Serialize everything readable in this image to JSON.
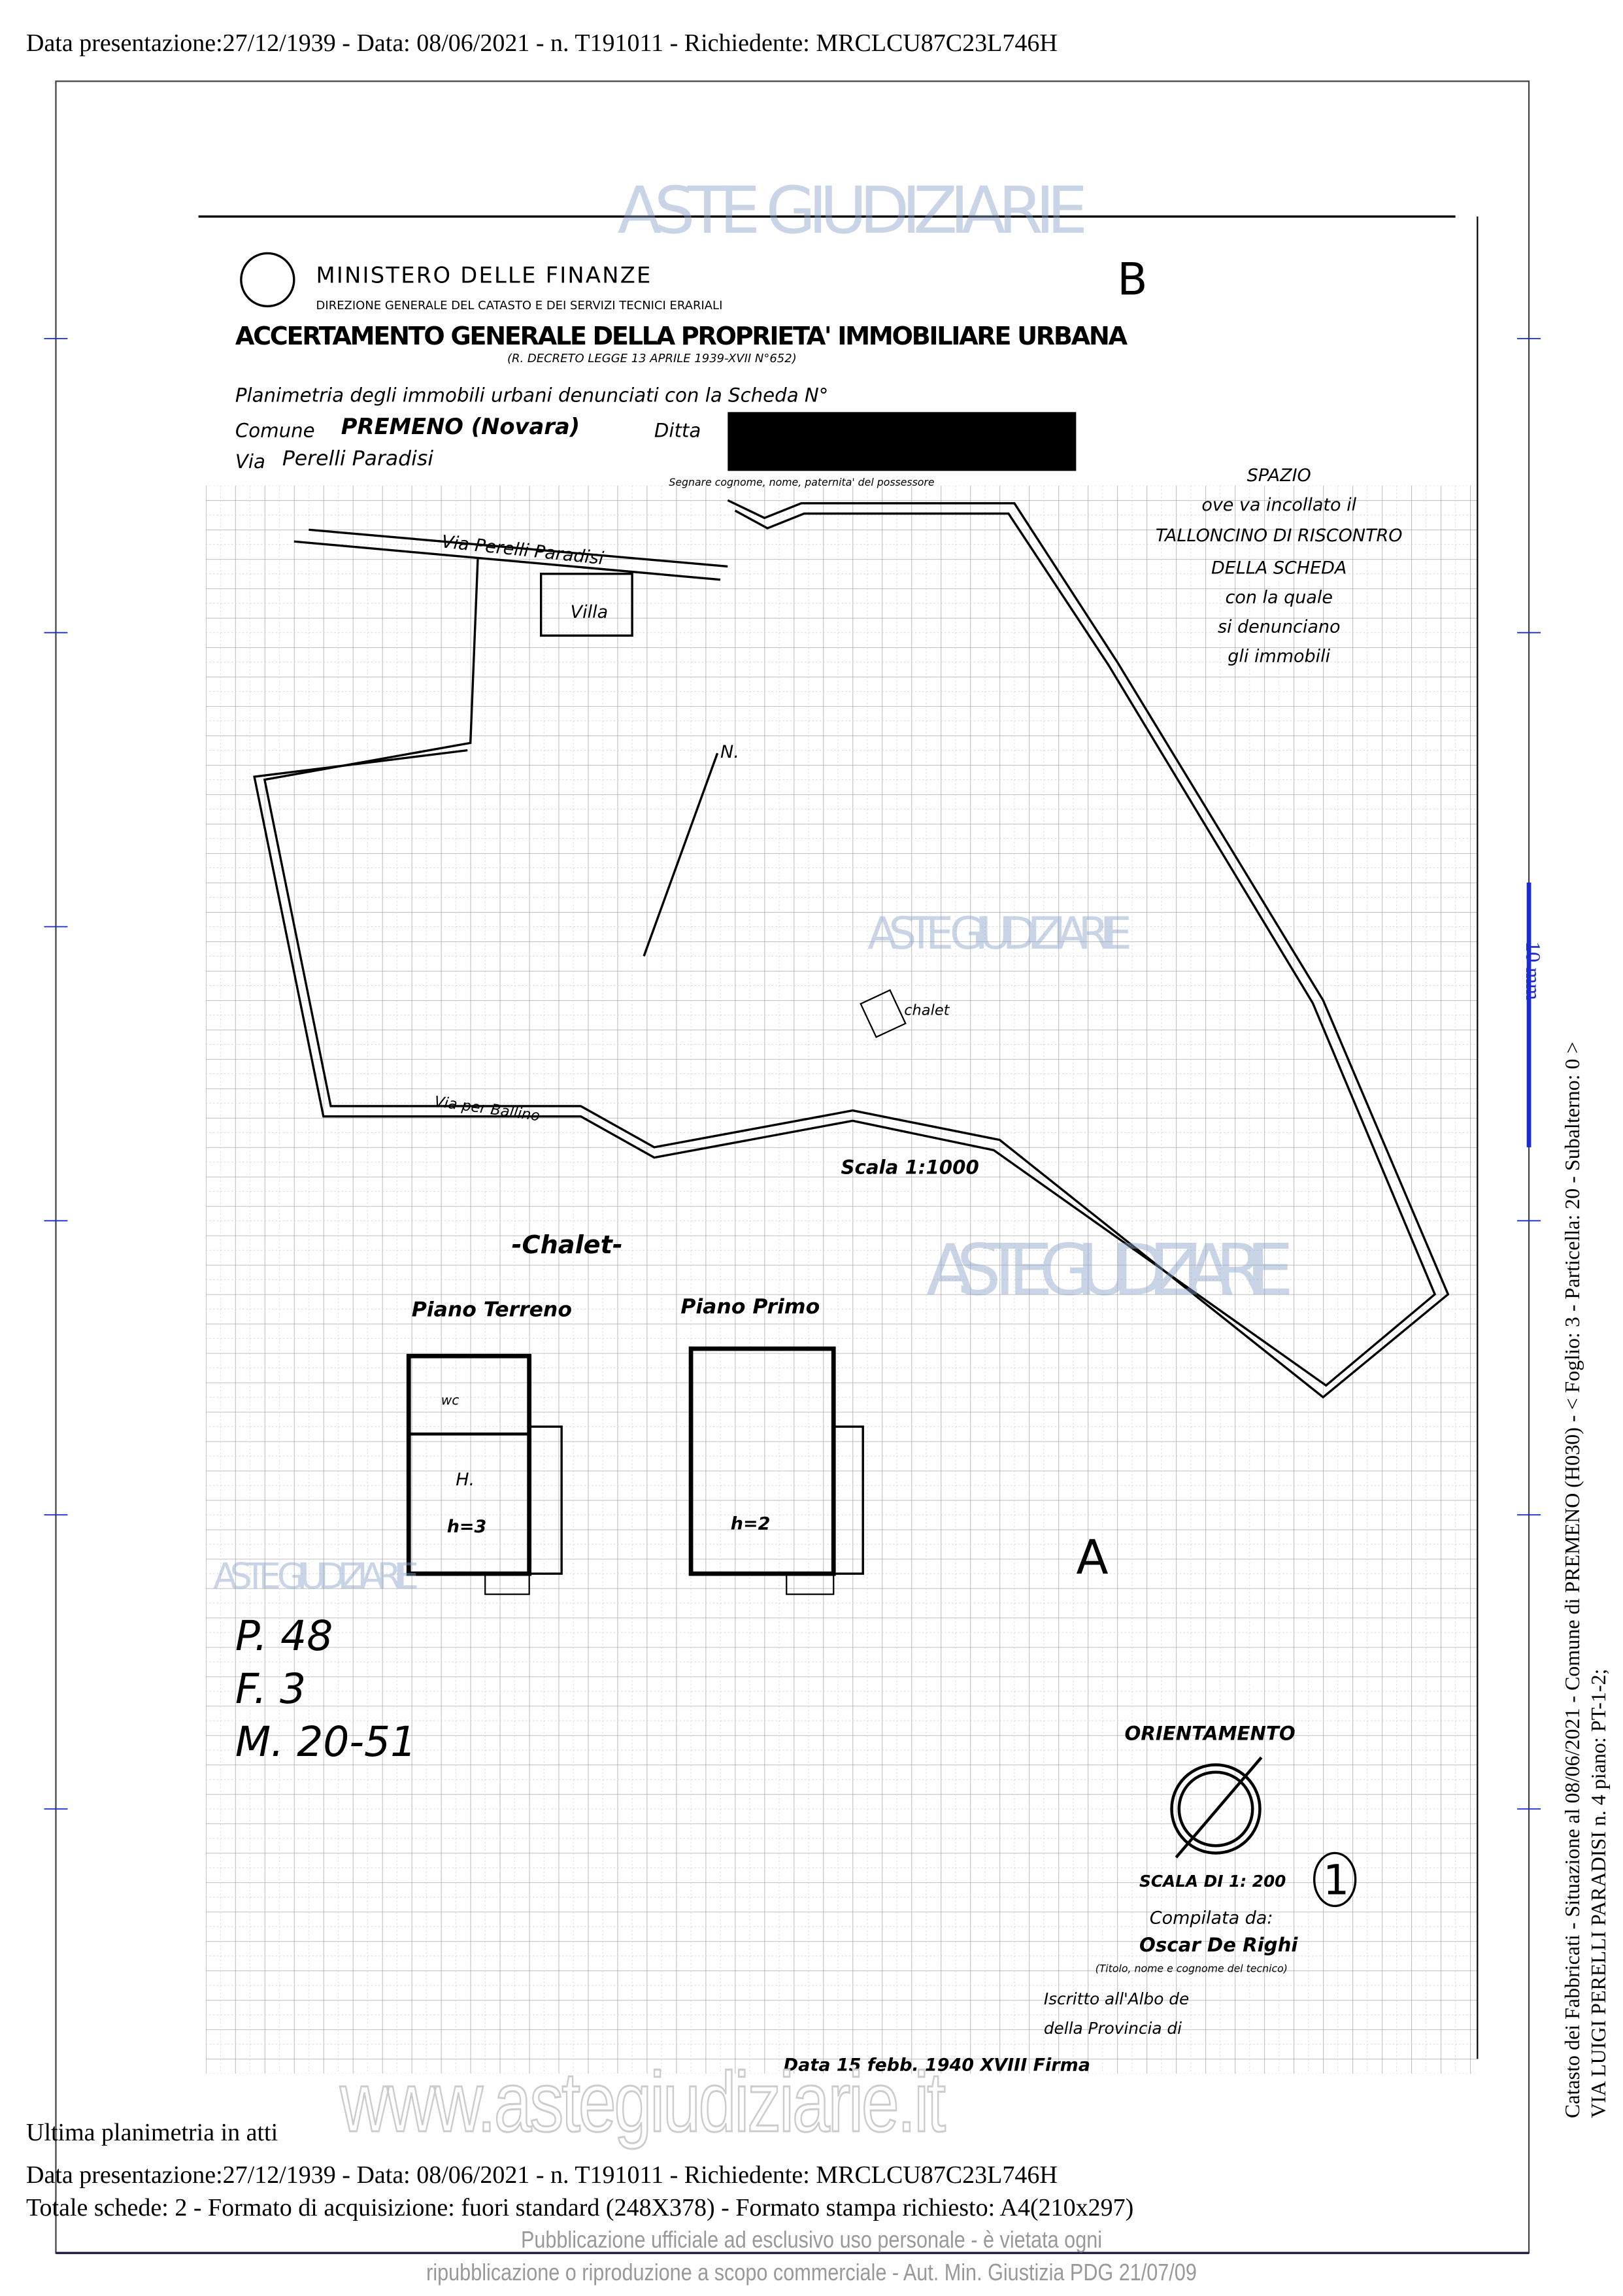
{
  "header_line": "Data presentazione:27/12/1939 - Data: 08/06/2021 - n. T191011 - Richiedente: MRCLCU87C23L746H",
  "sheet": {
    "ministry": "MINISTERO DELLE FINANZE",
    "direction": "DIREZIONE GENERALE DEL CATASTO E DEI SERVIZI TECNICI ERARIALI",
    "title": "ACCERTAMENTO GENERALE DELLA PROPRIETA' IMMOBILIARE URBANA",
    "decree": "(R. DECRETO LEGGE 13 APRILE 1939-XVII N°652)",
    "planimetria_label": "Planimetria degli immobili urbani denunciati con la Scheda N°",
    "comune_label": "Comune",
    "comune_value": "PREMENO (Novara)",
    "ditta_label": "Ditta",
    "via_label": "Via",
    "via_value": "Perelli Paradisi",
    "owner_note": "Segnare cognome, nome, paternita' del possessore",
    "corner_mark": "B",
    "talloncino": [
      "SPAZIO",
      "ove va incollato il",
      "TALLONCINO DI RISCONTRO",
      "DELLA SCHEDA",
      "con la quale",
      "si denunciano",
      "gli immobili"
    ],
    "map_labels": {
      "street": "Via Perelli Paradisi",
      "villa": "Villa",
      "north": "N.",
      "chalet_small": "chalet",
      "bottom_street": "Via per Ballino",
      "scale": "Scala 1:1000"
    },
    "chalet_title": "-Chalet-",
    "floor_ground": "Piano Terreno",
    "floor_first": "Piano Primo",
    "height_ground": "h=3",
    "height_first": "h=2",
    "room_wc": "wc",
    "room_main": "H.",
    "mark_a": "A",
    "handwritten": [
      "P. 48",
      "F. 3",
      "M. 20-51"
    ],
    "orientamento": "ORIENTAMENTO",
    "scala": "SCALA DI 1: 200",
    "circled": "1",
    "compilata": "Compilata da:",
    "compiler": "Oscar De Righi",
    "compiler_note": "(Titolo, nome e cognome del tecnico)",
    "iscritto": "Iscritto all'Albo de",
    "provincia": "della Provincia di",
    "data_firma": "Data 15 febb. 1940 XVIII Firma",
    "watermark": "ASTE GIUDIZIARIE"
  },
  "ultima": "Ultima planimetria in atti",
  "footer": {
    "line1": "Data presentazione:27/12/1939 - Data: 08/06/2021 - n. T191011 - Richiedente: MRCLCU87C23L746H",
    "line2": "Totale schede: 2 - Formato di acquisizione: fuori standard (248X378) - Formato stampa richiesto: A4(210x297)"
  },
  "notice": {
    "line1": "Pubblicazione ufficiale ad esclusivo uso personale - è vietata ogni",
    "line2": "ripubblicazione o riproduzione a scopo commerciale - Aut. Min. Giustizia PDG 21/07/09"
  },
  "url_watermark": "www.astegiudiziarie.it",
  "side": {
    "line1": "Catasto dei Fabbricati - Situazione al 08/06/2021 - Comune di PREMENO (H030) - < Foglio: 3 - Particella: 20 - Subalterno: 0 >",
    "line2": "VIA LUIGI PERELLI PARADISI n. 4 piano: PT-1-2;",
    "scale_bar": "10 mm"
  }
}
